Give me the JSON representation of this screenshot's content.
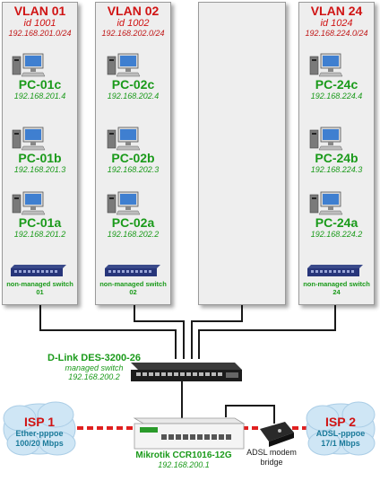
{
  "vlans": [
    {
      "name": "VLAN 01",
      "id": "id 1001",
      "net": "192.168.201.0/24",
      "pcs": [
        {
          "name": "PC-01c",
          "ip": "192.168.201.4"
        },
        {
          "name": "PC-01b",
          "ip": "192.168.201.3"
        },
        {
          "name": "PC-01a",
          "ip": "192.168.201.2"
        }
      ],
      "switch": "non-managed switch 01"
    },
    {
      "name": "VLAN 02",
      "id": "id 1002",
      "net": "192.168.202.0/24",
      "pcs": [
        {
          "name": "PC-02c",
          "ip": "192.168.202.4"
        },
        {
          "name": "PC-02b",
          "ip": "192.168.202.3"
        },
        {
          "name": "PC-02a",
          "ip": "192.168.202.2"
        }
      ],
      "switch": "non-managed switch 02"
    },
    {
      "name": "VLAN 24",
      "id": "id 1024",
      "net": "192.168.224.0/24",
      "pcs": [
        {
          "name": "PC-24c",
          "ip": "192.168.224.4"
        },
        {
          "name": "PC-24b",
          "ip": "192.168.224.3"
        },
        {
          "name": "PC-24a",
          "ip": "192.168.224.2"
        }
      ],
      "switch": "non-managed switch 24"
    }
  ],
  "ellipsis": "...",
  "core_switch": {
    "name": "D-Link DES-3200-26",
    "role": "managed switch",
    "ip": "192.168.200.2"
  },
  "router": {
    "name": "Mikrotik CCR1016-12G",
    "ip": "192.168.200.1"
  },
  "modem": {
    "label": "ADSL modem bridge"
  },
  "isp1": {
    "title": "ISP 1",
    "line1": "Ether-pppoe",
    "line2": "100/20 Mbps"
  },
  "isp2": {
    "title": "ISP 2",
    "line1": "ADSL-pppoe",
    "line2": "17/1 Mbps"
  },
  "colors": {
    "vlan_text": "#d01414",
    "device_text": "#1a9a1a",
    "isp_cloud": "#cfe6f5",
    "isp_link": "#e02020"
  }
}
